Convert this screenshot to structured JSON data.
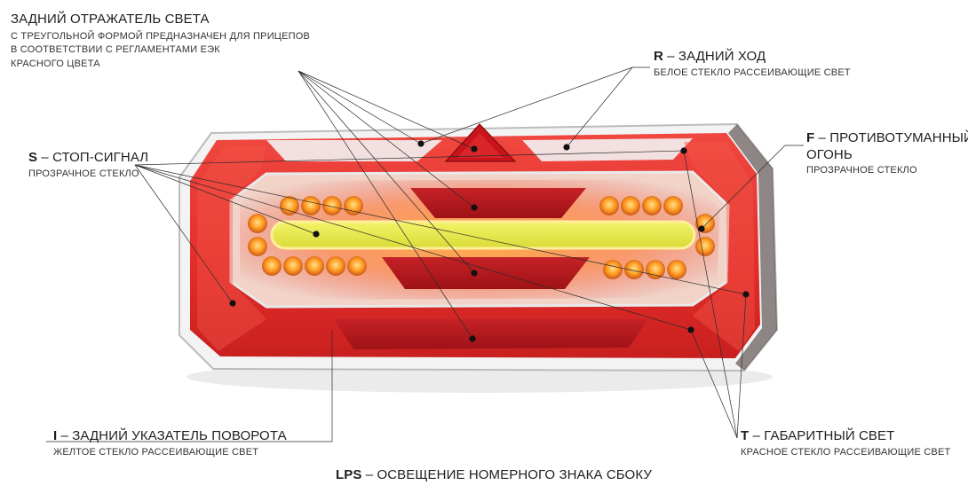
{
  "reflector": {
    "title": "ЗАДНИЙ ОТРАЖАТЕЛЬ СВЕТА",
    "lines": [
      "С ТРЕУГОЛЬНОЙ ФОРМОЙ ПРЕДНАЗНАЧЕН ДЛЯ ПРИЦЕПОВ",
      "В СООТВЕТСТВИИ С РЕГЛАМЕНТАМИ ЕЭК",
      "КРАСНОГО ЦВЕТА"
    ]
  },
  "reverse": {
    "code": "R",
    "title": " – ЗАДНИЙ ХОД",
    "sub": "БЕЛОЕ СТЕКЛО РАССЕИВАЮЩИЕ СВЕТ"
  },
  "stop": {
    "code": "S",
    "title": " – СТОП-СИГНАЛ",
    "sub": "ПРОЗРАЧНОЕ СТЕКЛО"
  },
  "fog": {
    "code": "F",
    "title_line1": " – ПРОТИВОТУМАННЫЙ",
    "title_line2": "ОГОНЬ",
    "sub": "ПРОЗРАЧНОЕ СТЕКЛО"
  },
  "indicator": {
    "code": "I",
    "title": " – ЗАДНИЙ УКАЗАТЕЛЬ ПОВОРОТА",
    "sub": "ЖЕЛТОЕ СТЕКЛО РАССЕИВАЮЩИЕ СВЕТ"
  },
  "position": {
    "code": "T",
    "title": " – ГАБАРИТНЫЙ СВЕТ",
    "sub": "КРАСНОЕ СТЕКЛО РАССЕИВАЮЩИЕ СВЕТ"
  },
  "plate": {
    "code": "LPS",
    "title": " – ОСВЕЩЕНИЕ НОМЕРНОГО ЗНАКА СБОКУ"
  },
  "colors": {
    "housing_red": "#e8322f",
    "dark_red": "#b3161a",
    "amber": "#ff9a1a",
    "yellow_bar": "#e6e84a",
    "chrome": "#d9d9d9"
  }
}
